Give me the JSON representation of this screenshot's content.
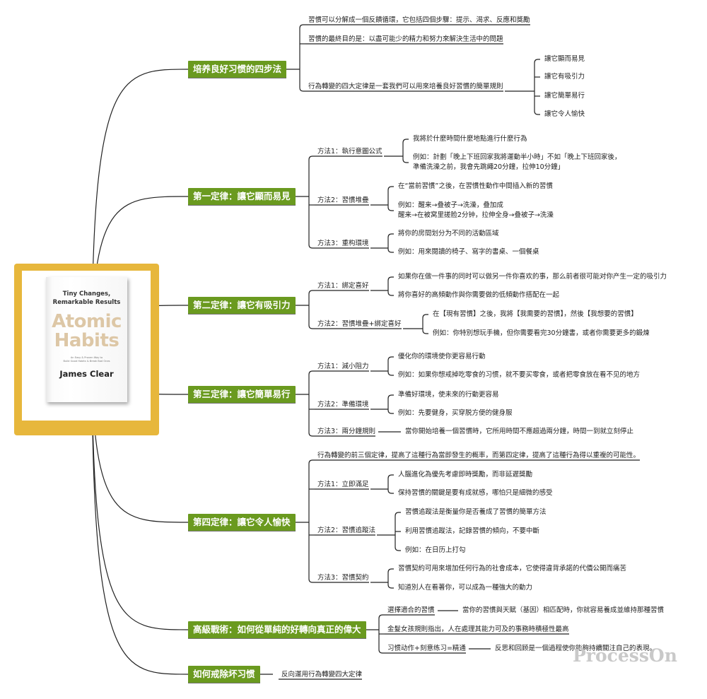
{
  "root": {
    "cover_tagline_1": "Tiny Changes,",
    "cover_tagline_2": "Remarkable Results",
    "cover_title_1": "Atomic",
    "cover_title_2": "Habits",
    "cover_subtitle_1": "An Easy & Proven Way to",
    "cover_subtitle_2": "Build Good Habits & Break Bad Ones",
    "cover_author": "James Clear"
  },
  "branches": [
    {
      "label": "培养良好习惯的四步法",
      "children": [
        {
          "text": "習慣可以分解成一個反饋循環，它包括四個步驟：提示、渴求、反應和獎勵"
        },
        {
          "text": "習慣的最終目的是：以盡可能少的精力和努力來解決生活中的問題"
        },
        {
          "text": "行為轉變的四大定律是一套我們可以用來培養良好習慣的簡單規則",
          "children": [
            {
              "text": "讓它顯而易見"
            },
            {
              "text": "讓它有吸引力"
            },
            {
              "text": "讓它簡單易行"
            },
            {
              "text": "讓它令人愉快"
            }
          ]
        }
      ]
    },
    {
      "label": "第一定律：讓它顯而易見",
      "children": [
        {
          "text": "方法1：執行意圖公式",
          "children": [
            {
              "text": "我將於什麼時間什麼地點進行什麼行為"
            },
            {
              "text": "例如：計劃「晚上下班回家我將運動半小時」不如「晚上下班回家後，",
              "text2": "準備洗澡之前，我會先跳繩20分鐘，拉伸10分鐘」"
            }
          ]
        },
        {
          "text": "方法2：習慣堆疊",
          "children": [
            {
              "text": "在“當前習慣”之後，在習慣性動作中間插入新的習慣"
            },
            {
              "text": "例如：醒来→叠被子→洗澡，叠加成",
              "text2": "醒来→在被窝里搓脸2分钟，拉伸全身→叠被子→洗澡"
            }
          ]
        },
        {
          "text": "方法3：重构環境",
          "children": [
            {
              "text": "將你的房間划分为不同的活動區域"
            },
            {
              "text": "例如：用來閱讀的椅子、寫字的書桌、一個餐桌"
            }
          ]
        }
      ]
    },
    {
      "label": "第二定律：讓它有吸引力",
      "children": [
        {
          "text": "方法1：綁定喜好",
          "children": [
            {
              "text": "如果你在做一件事的同时可以做另一件你喜欢的事，那么前者很可能对你产生一定的吸引力"
            },
            {
              "text": "將你喜好的高頻動作與你需要做的低頻動作搭配在一起"
            }
          ]
        },
        {
          "text": "方法2：習慣堆疊+綁定喜好",
          "children": [
            {
              "text": "在【現有習慣】之後，我將【我需要的習慣】，然後【我想要的習慣】"
            },
            {
              "text": "例如：你特別想玩手機，但你需要看完30分鐘書，或者你需要更多的鍛煉"
            }
          ]
        }
      ]
    },
    {
      "label": "第三定律：讓它簡單易行",
      "children": [
        {
          "text": "方法1：減小阻力",
          "children": [
            {
              "text": "優化你的環境使你更容易行動"
            },
            {
              "text": "例如：如果你想戒掉吃零食的习惯，就不要买零食，或者把零食放在看不见的地方"
            }
          ]
        },
        {
          "text": "方法2：準備環境",
          "children": [
            {
              "text": "準備好環境，使未來的行動更容易"
            },
            {
              "text": "例如：先要健身，买穿脱方便的健身服"
            }
          ]
        },
        {
          "text": "方法3：兩分鐘規則",
          "children": [
            {
              "text": "當你開始培養一個習慣時，它所用時間不應超過兩分鐘，時間一到就立刻停止"
            }
          ]
        }
      ]
    },
    {
      "label": "第四定律：讓它令人愉快",
      "children": [
        {
          "text": "行為轉變的前三個定律，提高了這種行為當即發生的概率，而第四定律，提高了這種行為得以重複的可能性。"
        },
        {
          "text": "方法1：立即滿足",
          "children": [
            {
              "text": "人腦進化為優先考慮即時獎勵，而非延遲獎勵"
            },
            {
              "text": "保持習慣的關鍵是要有成就感，哪怕只是細微的感受"
            }
          ]
        },
        {
          "text": "方法2：習慣追蹤法",
          "children": [
            {
              "text": "習慣追蹤法是衡量你是否養成了習慣的簡單方法"
            },
            {
              "text": "利用習慣追蹤法，記錄習慣的傾向，不要中斷"
            },
            {
              "text": "例如：在日历上打勾"
            }
          ]
        },
        {
          "text": "方法3：習慣契約",
          "children": [
            {
              "text": "習慣契約可用來增加任何行為的社會成本，它使得違背承諾的代價公開而痛苦"
            },
            {
              "text": "知道別人在看著你，可以成為一種強大的動力"
            }
          ]
        }
      ]
    },
    {
      "label": "高級戰術：如何從單純的好轉向真正的偉大",
      "children": [
        {
          "text": "選擇適合的習慣",
          "children": [
            {
              "text": "當你的習慣與天賦（基因）相匹配時，你就容易養成並維持那種習慣"
            }
          ]
        },
        {
          "text": "金髮女孩規則指出，人在處理其能力可及的事務時積極性最高"
        },
        {
          "text": "习惯动作+刻意练习=精通",
          "children": [
            {
              "text": "反思和回顾是一個過程使你能夠持續關注自己的表現。"
            }
          ]
        }
      ]
    },
    {
      "label": "如何戒除坏习惯",
      "children": [
        {
          "text": "反向運用行為轉變四大定律"
        }
      ]
    }
  ],
  "watermark": "ProcessOn",
  "colors": {
    "branch": "#6a9a1f",
    "frame": "#e7b73c",
    "line": "#222222"
  }
}
